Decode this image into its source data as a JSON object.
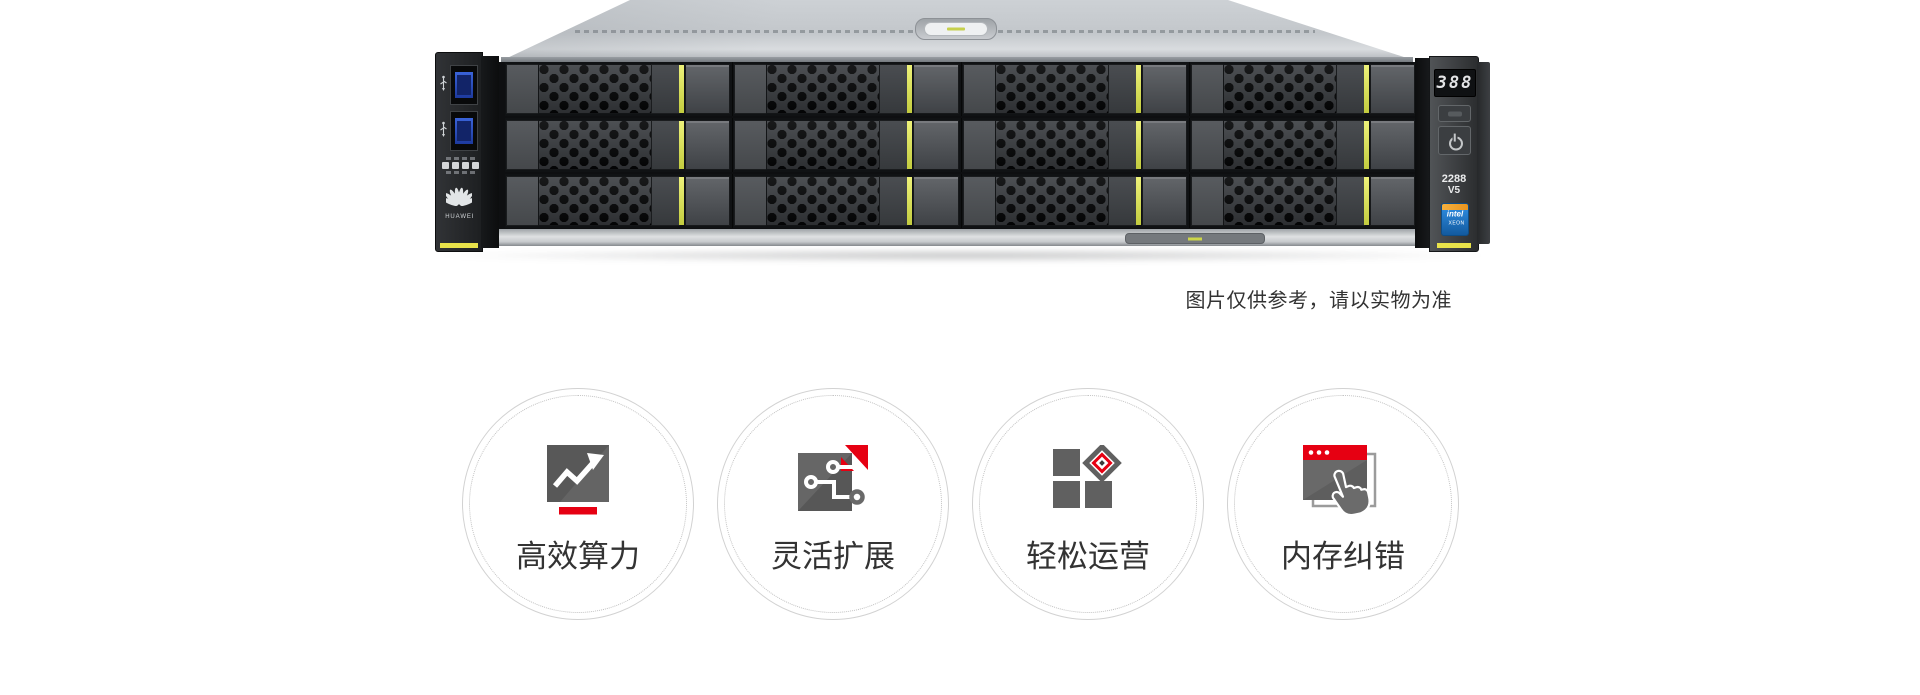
{
  "server": {
    "brand": "HUAWEI",
    "display_value": "388",
    "model": "2288",
    "model_suffix": "V5",
    "intel_badge": {
      "name": "intel",
      "sub": "XEON"
    }
  },
  "disclaimer": "图片仅供参考，请以实物为准",
  "features": [
    {
      "label": "高效算力",
      "icon": "trend-chart-icon"
    },
    {
      "label": "灵活扩展",
      "icon": "circuit-expand-icon"
    },
    {
      "label": "轻松运营",
      "icon": "blocks-icon"
    },
    {
      "label": "内存纠错",
      "icon": "window-hand-icon"
    }
  ],
  "colors": {
    "accent_red": "#e60012",
    "led_strip": "#ccd64a",
    "usb_blue": "#2e55c1",
    "lid_gray": "#c6cace",
    "face_dark": "#17191b",
    "text_dark": "#333333"
  }
}
